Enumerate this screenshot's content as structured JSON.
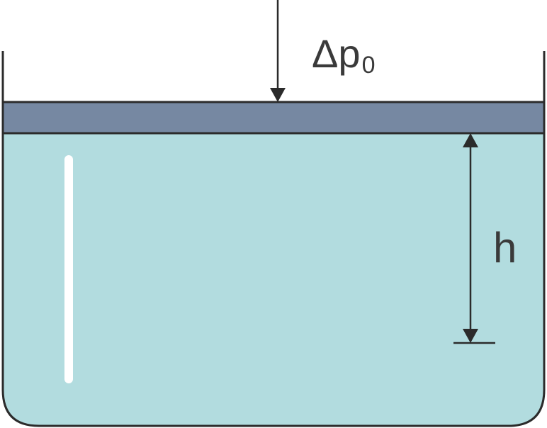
{
  "labels": {
    "pressure_symbol": "Δp",
    "pressure_subscript": "0",
    "depth_symbol": "h"
  },
  "colors": {
    "liquid": "#b2dcdf",
    "piston": "#7688a2",
    "outline": "#2b2b2b",
    "highlight": "#ffffff",
    "text": "#3a3a3a"
  }
}
